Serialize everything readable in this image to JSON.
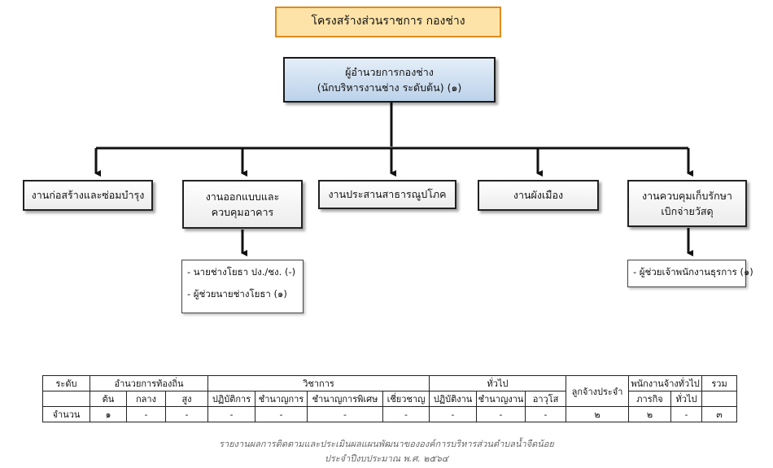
{
  "title": "โครงสร้างส่วนราชการ กองช่าง",
  "director": {
    "line1": "ผู้อำนวยการกองช่าง",
    "line2": "(นักบริหารงานช่าง  ระดับต้น) (๑)"
  },
  "units": {
    "construction": {
      "line1": "งานก่อสร้างและซ่อมบำรุง"
    },
    "design": {
      "line1": "งานออกแบบและ",
      "line2": "ควบคุมอาคาร"
    },
    "utilities": {
      "line1": "งานประสานสาธารณูปโภค"
    },
    "planning": {
      "line1": "งานผังเมือง"
    },
    "disbursement": {
      "line1": "งานควบคุมเก็บรักษา",
      "line2": "เบิกจ่ายวัสดุ"
    }
  },
  "design_staff": [
    "- นายช่างโยธา ปง./ชง. (-)",
    "- ผู้ช่วยนายช่างโยธา (๑)"
  ],
  "disbursement_staff": [
    "- ผู้ช่วยเจ้าพนักงานธุรการ (๑)"
  ],
  "table": {
    "level_header": "ระดับ",
    "groups": {
      "local_director": "อำนวยการท้องถิ่น",
      "academic": "วิชาการ",
      "general": "ทั่วไป",
      "permanent": "ลูกจ้างประจำ",
      "contract": "พนักงานจ้างทั่วไป",
      "total": "รวม"
    },
    "sub": {
      "early": "ต้น",
      "middle": "กลาง",
      "high": "สูง",
      "practitioner": "ปฏิบัติการ",
      "professional": "ชำนาญการ",
      "senior_pro": "ชำนาญการพิเศษ",
      "expert": "เชี่ยวชาญ",
      "operator": "ปฏิบัติงาน",
      "skilled": "ชำนาญงาน",
      "senior": "อาวุโส",
      "mission": "ภารกิจ",
      "general": "ทั่วไป"
    },
    "count_label": "จำนวน",
    "counts": [
      "๑",
      "-",
      "-",
      "-",
      "-",
      "-",
      "-",
      "-",
      "-",
      "-",
      "๒",
      "๒",
      "-",
      "๓"
    ]
  },
  "footer": {
    "line1": "รายงานผลการติดตามและประเมินผลแผนพัฒนาขององค์การบริหารส่วนตำบลน้ำจืดน้อย",
    "line2": "ประจำปีงบประมาณ พ.ศ. ๒๕๖๔"
  },
  "colors": {
    "title_fill": "#fde3a7",
    "title_border": "#e08a1e",
    "chief_fill": "#bcd2ea"
  }
}
